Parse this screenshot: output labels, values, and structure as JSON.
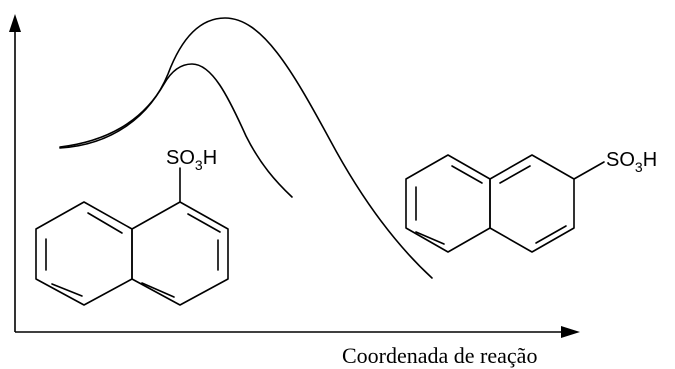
{
  "diagram": {
    "x_axis_label": "Coordenada de reação",
    "product_left": {
      "group_main": "SO",
      "group_sub": "3",
      "group_end": "H"
    },
    "product_right": {
      "group_main": "SO",
      "group_sub": "3",
      "group_end": "H"
    }
  }
}
